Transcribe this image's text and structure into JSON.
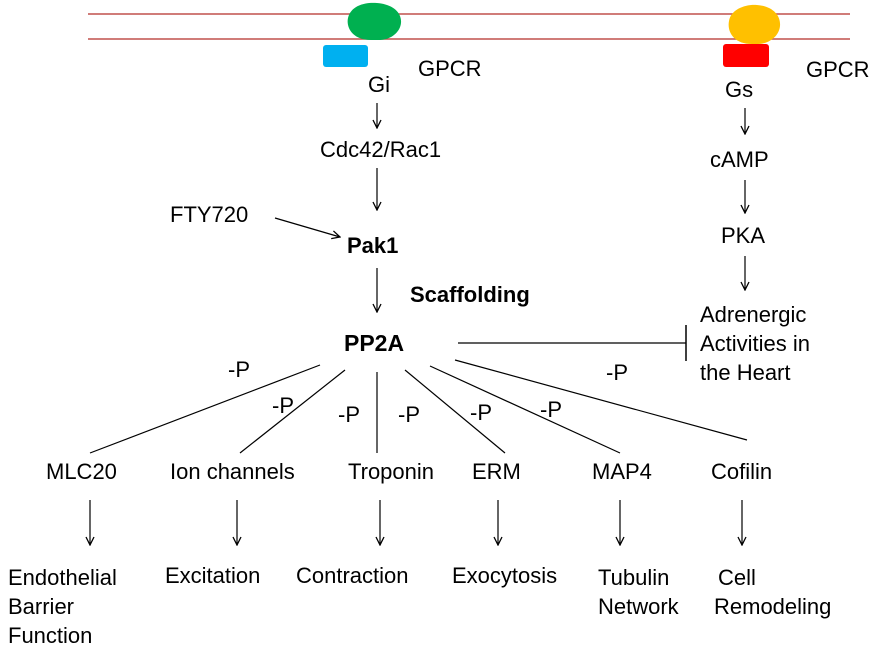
{
  "colors": {
    "membrane": "#c0504d",
    "receptor_left": "#00b050",
    "receptor_right": "#ffc000",
    "gi_box": "#00b0f0",
    "gs_box": "#ff0000",
    "line": "#000000"
  },
  "left_pathway": {
    "gi": "Gi",
    "gpcr": "GPCR",
    "cdc42": "Cdc42/Rac1",
    "fty720": "FTY720",
    "pak1": "Pak1",
    "scaffolding": "Scaffolding",
    "pp2a": "PP2A"
  },
  "right_pathway": {
    "gs": "Gs",
    "gpcr": "GPCR",
    "camp": "cAMP",
    "pka": "PKA",
    "adrenergic": [
      "Adrenergic",
      "Activities in",
      "the Heart"
    ]
  },
  "dephosphorylation": {
    "p1": "-P",
    "p2": "-P",
    "p3": "-P",
    "p4": "-P",
    "p5": "-P",
    "p6": "-P",
    "p_right": "-P"
  },
  "targets": [
    {
      "name": "MLC20",
      "outcome": [
        "Endothelial",
        "Barrier",
        "Function"
      ]
    },
    {
      "name": "Ion channels",
      "outcome": [
        "Excitation"
      ]
    },
    {
      "name": "Troponin",
      "outcome": [
        "Contraction"
      ]
    },
    {
      "name": "ERM",
      "outcome": [
        "Exocytosis"
      ]
    },
    {
      "name": "MAP4",
      "outcome": [
        "Tubulin",
        "Network"
      ]
    },
    {
      "name": "Cofilin",
      "outcome": [
        "Cell",
        "Remodeling"
      ]
    }
  ]
}
